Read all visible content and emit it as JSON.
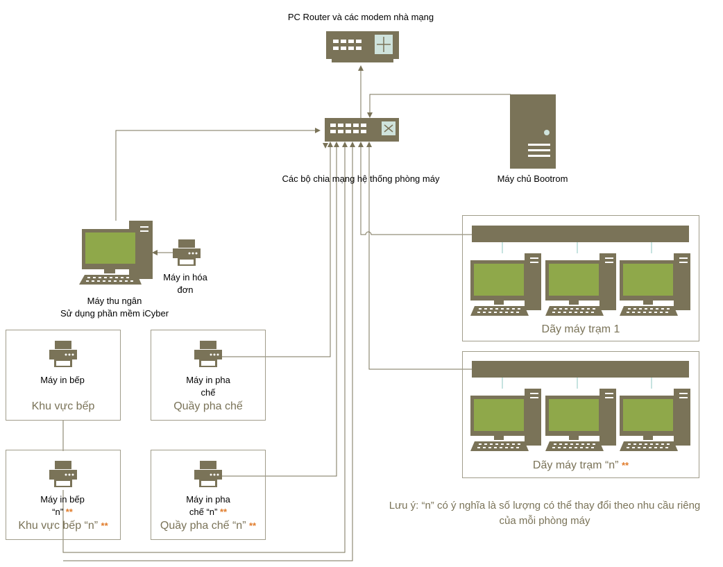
{
  "colors": {
    "device": "#7a7358",
    "screen": "#8fa84a",
    "line": "#7a7358",
    "area_text": "#7a7358",
    "accent": "#e07b2a"
  },
  "router": {
    "label": "PC Router và các modem nhà mạng",
    "icon": "router-icon"
  },
  "switch": {
    "label": "Các bộ chia mạng hệ thống phòng máy",
    "icon": "switch-icon"
  },
  "server": {
    "label": "Máy chủ Bootrom",
    "icon": "server-icon"
  },
  "cashier": {
    "label_line1": "Máy thu ngân",
    "label_line2": "Sử dụng phần mềm iCyber",
    "icon": "desktop-icon"
  },
  "receipt_printer": {
    "label_line1": "Máy in hóa",
    "label_line2": "đơn",
    "icon": "printer-icon"
  },
  "areas": {
    "kitchen": {
      "printer_label": "Máy in bếp",
      "area_label": "Khu vực bếp"
    },
    "bar": {
      "printer_line1": "Máy in pha",
      "printer_line2": "chế",
      "area_label": "Quầy pha chế"
    },
    "kitchen_n": {
      "printer_line1": "Máy in bếp",
      "printer_line2": "“n”",
      "area_label": "Khu vực bếp “n”",
      "star": "**"
    },
    "bar_n": {
      "printer_line1": "Máy in pha",
      "printer_line2": "chế “n”",
      "area_label": "Quầy pha chế “n”",
      "star": "**"
    }
  },
  "rows": {
    "row1": {
      "label": "Dãy máy trạm 1"
    },
    "rown": {
      "label": "Dãy máy trạm “n”",
      "star": "**"
    }
  },
  "note": {
    "line1": "Lưu ý: “n” có ý nghĩa là số lượng có thể thay đổi theo nhu cầu riêng",
    "line2": "của mỗi phòng máy"
  }
}
